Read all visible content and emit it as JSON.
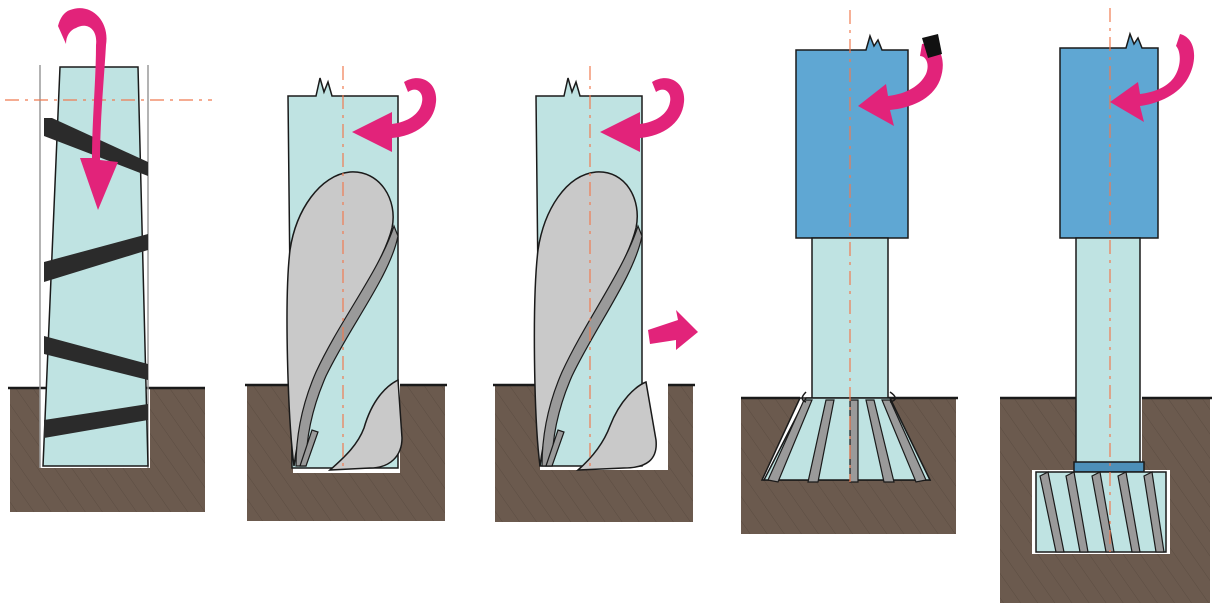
{
  "colors": {
    "background": "#ffffff",
    "ground": "#6b5a4e",
    "ground_hatch": "#3e3229",
    "tool_body": "#bfe3e2",
    "tool_flute": "#c9c9c9",
    "flute_edge": "#9a9a9a",
    "holder": "#5fa7d3",
    "band": "#2b2b2b",
    "arrow": "#e2237a",
    "centerline": "#ef7b52",
    "outline": "#1a1a1a"
  },
  "panels": [
    {
      "name": "tapered-tool-with-spiral-bands",
      "arrows": [
        "rotation-arrow-down"
      ]
    },
    {
      "name": "helical-end-mill-in-pocket",
      "arrows": [
        "rotation-arrow"
      ]
    },
    {
      "name": "helical-end-mill-with-feed",
      "arrows": [
        "rotation-arrow",
        "feed-arrow"
      ]
    },
    {
      "name": "dovetail-cutter-in-holder",
      "arrows": [
        "rotation-arrow"
      ]
    },
    {
      "name": "t-slot-cutter-in-holder",
      "arrows": [
        "rotation-arrow"
      ]
    }
  ]
}
